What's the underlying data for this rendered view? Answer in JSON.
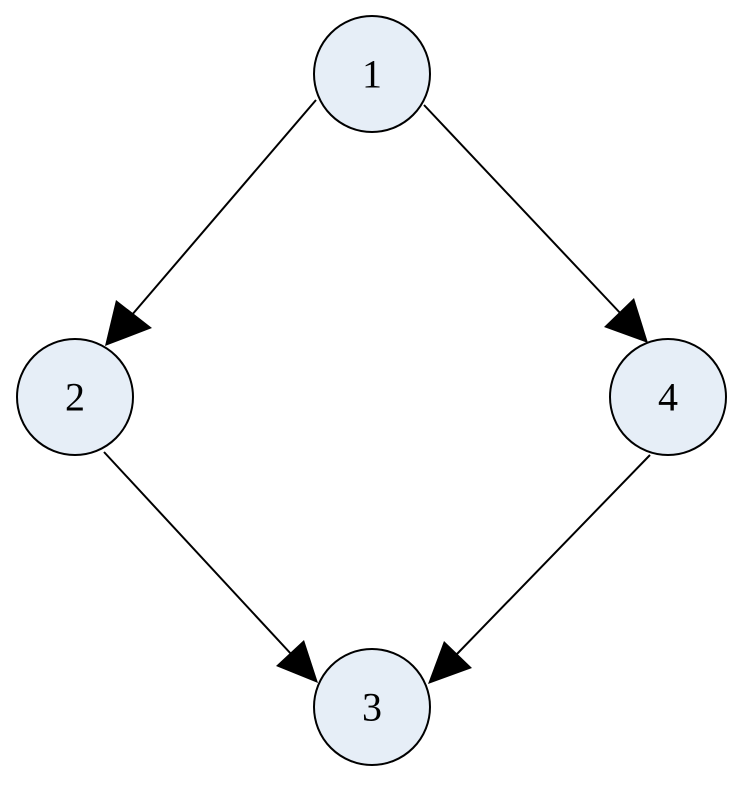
{
  "diagram": {
    "type": "directed-graph",
    "colors": {
      "node_fill": "#e6eef7",
      "node_stroke": "#000000",
      "edge": "#000000",
      "text": "#000000"
    },
    "nodes": [
      {
        "id": "n1",
        "label": "1"
      },
      {
        "id": "n2",
        "label": "2"
      },
      {
        "id": "n3",
        "label": "3"
      },
      {
        "id": "n4",
        "label": "4"
      }
    ],
    "edges": [
      {
        "from": "n1",
        "to": "n2"
      },
      {
        "from": "n1",
        "to": "n4"
      },
      {
        "from": "n2",
        "to": "n3"
      },
      {
        "from": "n4",
        "to": "n3"
      }
    ]
  }
}
